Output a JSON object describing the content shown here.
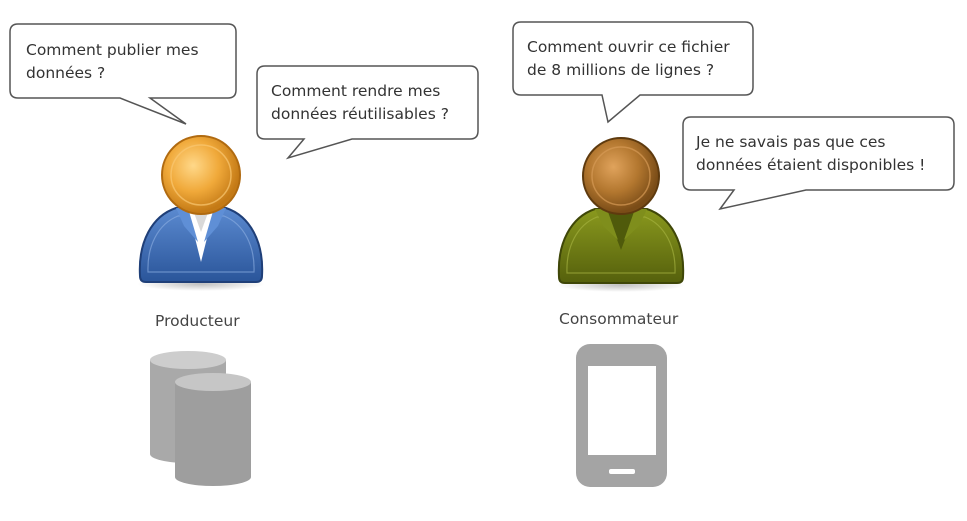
{
  "producer": {
    "label": "Producteur",
    "person_icon": "person-icon",
    "object_icon": "database-icon",
    "colors": {
      "head": "#e8a22a",
      "body": "#3868b0"
    },
    "bubbles": [
      {
        "line1": "Comment publier mes",
        "line2": "données ?"
      },
      {
        "line1": "Comment rendre mes",
        "line2": "données réutilisables ?"
      }
    ]
  },
  "consumer": {
    "label": "Consommateur",
    "person_icon": "person-icon",
    "object_icon": "smartphone-icon",
    "colors": {
      "head": "#b97a2e",
      "body": "#6e7a14"
    },
    "bubbles": [
      {
        "line1": "Comment ouvrir ce fichier",
        "line2": "de 8 millions de lignes ?"
      },
      {
        "line1": "Je ne savais pas que ces",
        "line2": "données étaient disponibles !"
      }
    ]
  }
}
